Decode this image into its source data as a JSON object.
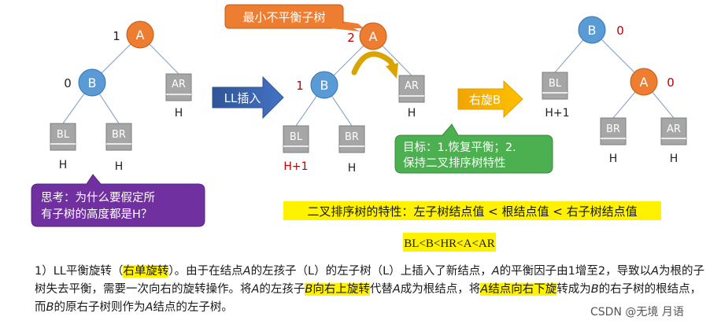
{
  "left_tree": {
    "root": {
      "label": "A",
      "balance": "1"
    },
    "left": {
      "label": "B",
      "balance": "0"
    },
    "ar": {
      "label": "AR",
      "height": "H"
    },
    "bl": {
      "label": "BL",
      "height": "H"
    },
    "br": {
      "label": "BR",
      "height": "H"
    }
  },
  "middle_tree": {
    "root": {
      "label": "A",
      "balance": "2"
    },
    "left": {
      "label": "B",
      "balance": "1"
    },
    "ar": {
      "label": "AR",
      "height": "H"
    },
    "bl": {
      "label": "BL",
      "height": "H+1"
    },
    "br": {
      "label": "BR",
      "height": "H"
    }
  },
  "right_tree": {
    "root": {
      "label": "B",
      "balance": "0"
    },
    "right": {
      "label": "A",
      "balance": "0"
    },
    "bl": {
      "label": "BL",
      "height": "H+1"
    },
    "br": {
      "label": "BR",
      "height": "H"
    },
    "ar": {
      "label": "AR",
      "height": "H"
    }
  },
  "arrows": {
    "ll_insert": "LL插入",
    "rotate_right": "右旋B"
  },
  "callouts": {
    "min_unbalanced": "最小不平衡子树",
    "think": [
      "思考：为什么要假定所",
      "有子树的高度都是H？"
    ],
    "goal": [
      "目标：1.恢复平衡；2.",
      "保持二叉排序树特性"
    ]
  },
  "bst_property": "二叉排序树的特性：左子树结点值 < 根结点值 < 右子树结点值",
  "order": "BL<B<HR<A<AR",
  "paragraph": {
    "p1": "1）LL平衡旋转（",
    "p2": "右单旋转",
    "p3": "）。由于在结点",
    "p4": "A",
    "p5": "的左孩子（L）的左子树（L）上插入了新结点，",
    "p6": "A",
    "p7": "的平衡因子由1增至2，导致以",
    "p8": "A",
    "p9": "为根的子树失去平衡，需要一次向右的旋转操作。将",
    "p10": "A",
    "p11": "的左孩子",
    "p12": "B",
    "p13": "向右上旋转",
    "p14": "代替",
    "p15": "A",
    "p16": "成为根结点，将",
    "p17": "A",
    "p18": "结点向右下旋",
    "p19": "转成为",
    "p20": "B",
    "p21": "的右子树的根结点，而",
    "p22": "B",
    "p23": "的原右子树则作为",
    "p24": "A",
    "p25": "结点的左子树。"
  },
  "watermark": "CSDN @无境 月语",
  "colors": {
    "orange_node": "#ed7d31",
    "blue_node": "#5b9bd5",
    "subtree": "#a6a6a6",
    "arrow_blue": "#4472c4",
    "arrow_orange": "#f5b400",
    "purple": "#7030a0",
    "green": "#4caf50",
    "highlight": "#fff200",
    "red_text": "#c00000"
  }
}
